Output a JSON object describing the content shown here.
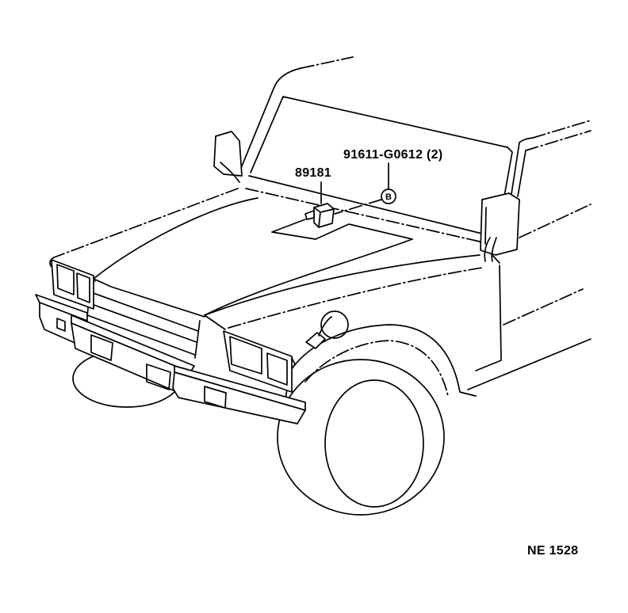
{
  "labels": {
    "part_sensor": "89181",
    "part_bolt": "91611-G0612 (2)",
    "callout": "B",
    "figure_code": "NE 1528"
  },
  "colors": {
    "line": "#000000",
    "background": "#ffffff"
  }
}
